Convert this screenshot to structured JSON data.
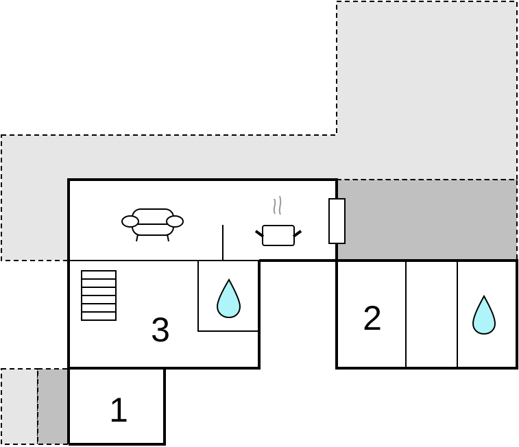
{
  "rooms": [
    {
      "label": "1"
    },
    {
      "label": "2"
    },
    {
      "label": "3"
    }
  ],
  "icons": [
    "sofa-icon",
    "cooking-pot-icon",
    "stairs-icon",
    "water-drop-icon",
    "window-icon"
  ],
  "colors": {
    "terrace": "#e6e6e6",
    "covered_area": "#c0c0c0",
    "water": "#aef4f8",
    "wall": "#000000"
  }
}
